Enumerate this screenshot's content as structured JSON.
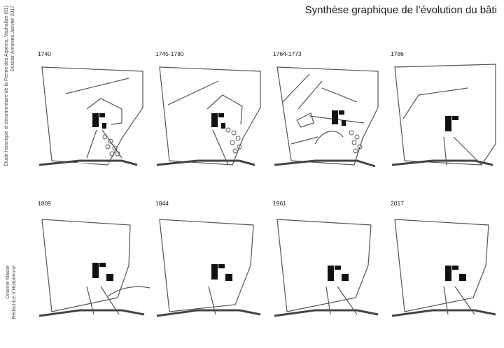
{
  "title": "Synthèse graphique de l’évolution du bâti",
  "sidebar": {
    "lines_top": [
      "Etude historique et documentaire de la Ferme des Arpents, Vauhallan (91)",
      "Dossier Annexes Janvier 2017"
    ],
    "lines_bottom": [
      "Orianne Masse",
      "Rédactrice // Historienne"
    ]
  },
  "panels": [
    {
      "year": "1740"
    },
    {
      "year": "1745-1780"
    },
    {
      "year": "1764-1773"
    },
    {
      "year": "1786"
    },
    {
      "year": "1809"
    },
    {
      "year": "1844"
    },
    {
      "year": "1961"
    },
    {
      "year": "2017"
    }
  ]
}
